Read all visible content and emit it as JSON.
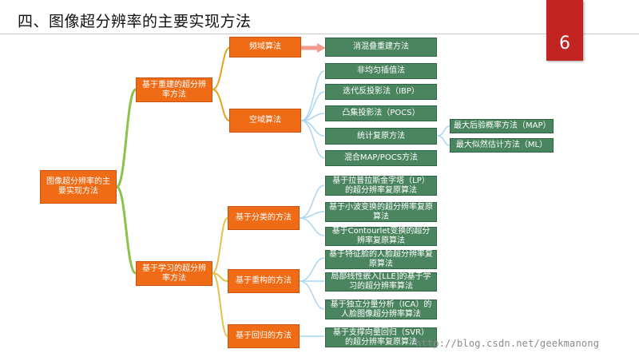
{
  "slide": {
    "title": "四、图像超分辨率的主要实现方法",
    "page_number": "6",
    "watermark": "http://blog.csdn.net/geekmanong"
  },
  "colors": {
    "orange": "#f06b16",
    "green": "#4a8560",
    "badge": "#c22521"
  },
  "root": "图像超分辨率的主要实现方法",
  "level1": [
    "基于重建的超分辨率方法",
    "基于学习的超分辨率方法"
  ],
  "level2": [
    "频域算法",
    "空域算法",
    "基于分类的方法",
    "基于重构的方法",
    "基于回归的方法"
  ],
  "leaves": {
    "freq": [
      "消混叠重建方法"
    ],
    "spatial": [
      "非均匀插值法",
      "迭代反投影法（IBP）",
      "凸集投影法（POCS）",
      "统计复原方法",
      "混合MAP/POCS方法"
    ],
    "stat": [
      "最大后验概率方法（MAP）",
      "最大似然估计方法（ML）"
    ],
    "classify": [
      "基于拉普拉斯金字塔（LP）的超分辨率复原算法",
      "基于小波变换的超分辨率复原算法",
      "基于Contourlet变换的超分辨率复原算法"
    ],
    "reconstruct": [
      "基于特征脸的人脸超分辨率复原算法",
      "局部线性嵌入[LLE]的基于学习的超分辨率算法",
      "基于独立分量分析（ICA）的人脸图像超分辨率算法"
    ],
    "regress": [
      "基于支撑向量回归（SVR）的超分辨率复原算法"
    ]
  }
}
